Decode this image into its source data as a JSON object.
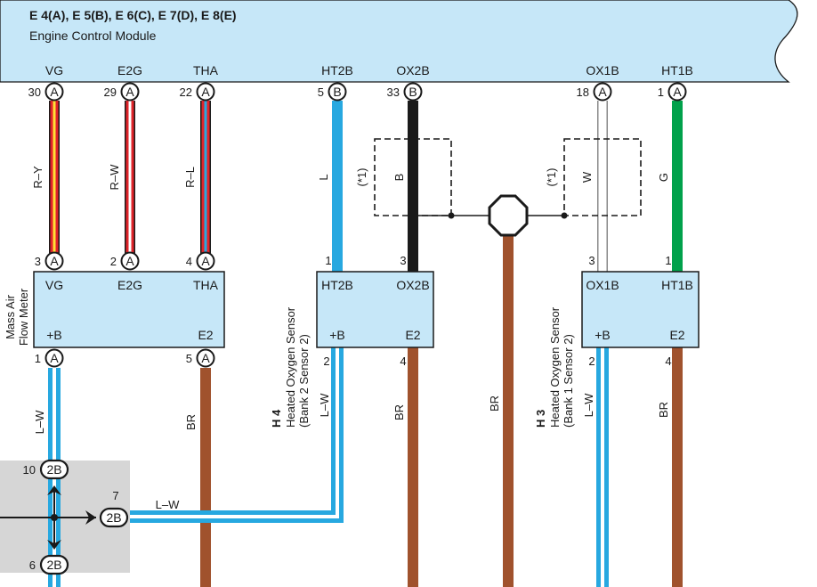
{
  "ecm": {
    "code": "E 4(A), E 5(B), E 6(C), E 7(D), E 8(E)",
    "name": "Engine Control Module",
    "pins": [
      {
        "name": "VG",
        "num": "30",
        "conn": "A"
      },
      {
        "name": "E2G",
        "num": "29",
        "conn": "A"
      },
      {
        "name": "THA",
        "num": "22",
        "conn": "A"
      },
      {
        "name": "HT2B",
        "num": "5",
        "conn": "B"
      },
      {
        "name": "OX2B",
        "num": "33",
        "conn": "B"
      },
      {
        "name": "OX1B",
        "num": "18",
        "conn": "A"
      },
      {
        "name": "HT1B",
        "num": "1",
        "conn": "A"
      }
    ]
  },
  "wire_labels": {
    "vg": "R–Y",
    "e2g": "R–W",
    "tha": "R–L",
    "ht2b": "L",
    "ox2b": "B",
    "ox1b": "W",
    "ht1b": "G",
    "maf_b": "L–W",
    "maf_e2": "BR",
    "h4_b": "L–W",
    "h4_e2": "BR",
    "gnd": "BR",
    "h3_b": "L–W",
    "h3_e2": "BR",
    "junction": "L–W",
    "shield_note_left": "(*1)",
    "shield_note_right": "(*1)"
  },
  "maf": {
    "name_line1": "Mass Air",
    "name_line2": "Flow Meter",
    "top_pins": [
      {
        "name": "VG",
        "num": "3",
        "conn": "A"
      },
      {
        "name": "E2G",
        "num": "2",
        "conn": "A"
      },
      {
        "name": "THA",
        "num": "4",
        "conn": "A"
      }
    ],
    "bottom_pins": [
      {
        "name": "+B",
        "num": "1",
        "conn": "A"
      },
      {
        "name": "E2",
        "num": "5",
        "conn": "A"
      }
    ]
  },
  "h4": {
    "code": "H 4",
    "name_line1": "Heated Oxygen Sensor",
    "name_line2": "(Bank 2 Sensor 2)",
    "top_pins": [
      {
        "name": "HT2B",
        "num": "1"
      },
      {
        "name": "OX2B",
        "num": "3"
      }
    ],
    "bottom_pins": [
      {
        "name": "+B",
        "num": "2"
      },
      {
        "name": "E2",
        "num": "4"
      }
    ]
  },
  "h3": {
    "code": "H 3",
    "name_line1": "Heated Oxygen Sensor",
    "name_line2": "(Bank 1 Sensor 2)",
    "top_pins": [
      {
        "name": "OX1B",
        "num": "3"
      },
      {
        "name": "HT1B",
        "num": "1"
      }
    ],
    "bottom_pins": [
      {
        "name": "+B",
        "num": "2"
      },
      {
        "name": "E2",
        "num": "4"
      }
    ]
  },
  "junction": {
    "conn": "2B",
    "pins": [
      "10",
      "7",
      "6"
    ]
  },
  "colors": {
    "panel": "#c6e7f8",
    "red": "#e0242a",
    "yellow": "#ffe135",
    "white": "#ffffff",
    "blue_wire": "#27a8e0",
    "black_wire": "#1a1a1a",
    "green_wire": "#00a14b",
    "brown_wire": "#a0522d",
    "gray_panel": "#d6d6d6"
  }
}
